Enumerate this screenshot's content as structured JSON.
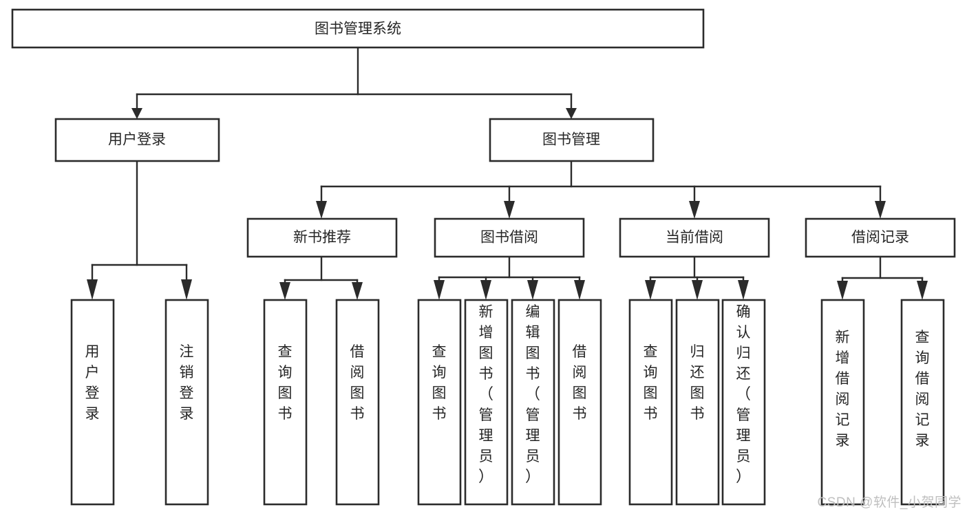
{
  "diagram": {
    "kind": "tree-flowchart",
    "title": "图书管理系统",
    "watermark": "CSDN @软件_小贺同学",
    "colors": {
      "stroke": "#2b2b2b",
      "fill": "#ffffff",
      "text": "#262626",
      "watermark": "#bfbfbf",
      "background": "#ffffff"
    },
    "root": {
      "label": "图书管理系统"
    },
    "level2": [
      {
        "label": "用户登录"
      },
      {
        "label": "图书管理"
      }
    ],
    "level3": [
      {
        "label": "新书推荐"
      },
      {
        "label": "图书借阅"
      },
      {
        "label": "当前借阅"
      },
      {
        "label": "借阅记录"
      }
    ],
    "leaves": {
      "user_login": [
        {
          "label": "用户登录"
        },
        {
          "label": "注销登录"
        }
      ],
      "new_book_recommend": [
        {
          "label": "查询图书"
        },
        {
          "label": "借阅图书"
        }
      ],
      "book_borrow": [
        {
          "label": "查询图书"
        },
        {
          "label": "新增图书（管理员）"
        },
        {
          "label": "编辑图书（管理员）"
        },
        {
          "label": "借阅图书"
        }
      ],
      "current_borrow": [
        {
          "label": "查询图书"
        },
        {
          "label": "归还图书"
        },
        {
          "label": "确认归还（管理员）"
        }
      ],
      "borrow_record": [
        {
          "label": "新增借阅记录"
        },
        {
          "label": "查询借阅记录"
        }
      ]
    }
  }
}
